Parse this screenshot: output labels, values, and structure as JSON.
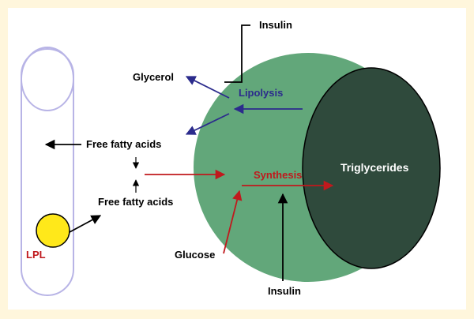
{
  "diagram": {
    "labels": {
      "insulin_top": "Insulin",
      "glycerol": "Glycerol",
      "lipolysis": "Lipolysis",
      "ffa_left": "Free fatty acids",
      "ffa_lower": "Free fatty acids",
      "synthesis": "Synthesis",
      "triglycerides": "Triglycerides",
      "glucose": "Glucose",
      "insulin_bottom": "Insulin",
      "lpl": "LPL"
    },
    "colors": {
      "background": "#fff6dc",
      "panel": "#ffffff",
      "adipocyte": "#62a77a",
      "droplet": "#2f4a3c",
      "vessel_outline": "#b8b4e6",
      "lpl_fill": "#ffe81a",
      "lipolysis": "#2b2b8c",
      "synthesis": "#c0191d"
    }
  }
}
